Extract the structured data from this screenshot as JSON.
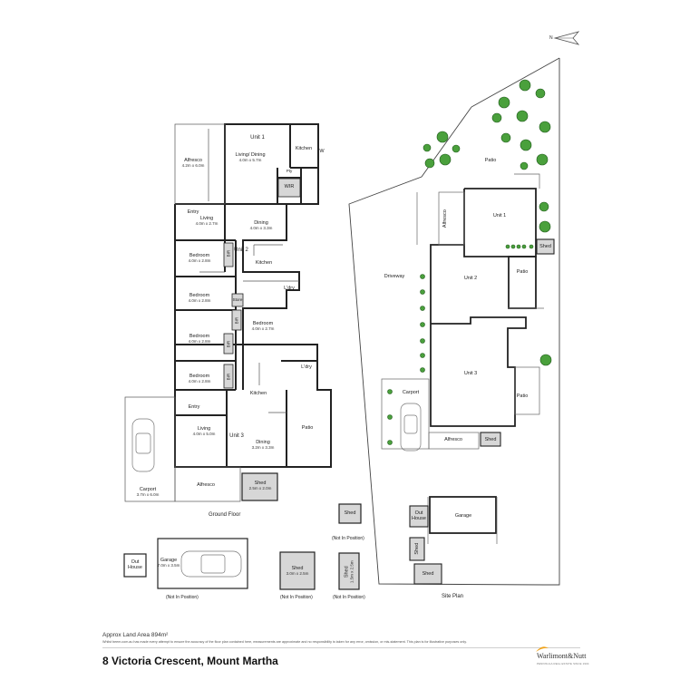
{
  "compass": {
    "label": "N"
  },
  "ground_floor": {
    "title": "Ground Floor",
    "rooms": {
      "alfresco1": {
        "name": "Alfresco",
        "dim": "4.2m x 6.0m"
      },
      "living_dining": {
        "name": "Living/ Dining",
        "dim": "4.0m x 5.7m"
      },
      "unit1": "Unit 1",
      "kitchen1": "Kitchen",
      "w": "W",
      "wir": "WIR",
      "pty": "Pty",
      "entry1": "Entry",
      "living2": {
        "name": "Living",
        "dim": "4.0m x 2.7m"
      },
      "dining2": {
        "name": "Dining",
        "dim": "4.0m x 3.3m"
      },
      "unit2": "Unit 2",
      "kitchen2": "Kitchen",
      "bedroom_a": {
        "name": "Bedroom",
        "dim": "4.0m x 2.8m"
      },
      "bedroom_b": {
        "name": "Bedroom",
        "dim": "4.0m x 2.8m"
      },
      "bedroom_c": {
        "name": "Bedroom",
        "dim": "4.0m x 2.7m"
      },
      "bedroom_d": {
        "name": "Bedroom",
        "dim": "4.0m x 2.8m"
      },
      "bedroom_e": {
        "name": "Bedroom",
        "dim": "4.0m x 2.8m"
      },
      "bir1": "BIR",
      "bir2": "BIR",
      "bir3": "BIR",
      "bir4": "BIR",
      "store": "Store",
      "ldry1": "L'dry",
      "ldry2": "L'dry",
      "kitchen3": "Kitchen",
      "entry3": "Entry",
      "living3": {
        "name": "Living",
        "dim": "4.0m x 5.0m"
      },
      "unit3": "Unit 3",
      "dining3": {
        "name": "Dining",
        "dim": "3.2m x 3.3m"
      },
      "patio3": "Patio",
      "carport": {
        "name": "Carport",
        "dim": "3.7m x 6.0m"
      },
      "alfresco3": "Alfresco",
      "shed1": {
        "name": "Shed",
        "dim": "2.5m x 2.0m"
      }
    }
  },
  "outbuildings": {
    "shed_small": {
      "name": "Shed",
      "note": "(Not In Position)"
    },
    "outhouse": "Out House",
    "garage": {
      "name": "Garage",
      "dim": "7.0m x 3.5m"
    },
    "garage_note": "(Not In Position)",
    "shed_mid": {
      "name": "Shed",
      "dim": "3.0m x 2.5m",
      "note": "(Not In Position)"
    },
    "shed_tall": {
      "name": "Shed",
      "dim": "1.5m x 2.5m",
      "note": "(Not In Position)"
    }
  },
  "site_plan": {
    "title": "Site Plan",
    "labels": {
      "patio_top": "Patio",
      "unit1": "Unit 1",
      "alfresco": "Alfresco",
      "shed_u1": "Shed",
      "driveway": "Driveway",
      "unit2": "Unit 2",
      "patio_u2": "Patio",
      "unit3": "Unit 3",
      "patio_u3": "Patio",
      "carport": "Carport",
      "alfresco_u3": "Alfresco",
      "shed_u3": "Shed",
      "outhouse": "Out House",
      "garage": "Garage",
      "shed_a": "Shed",
      "shed_b": "Shed"
    }
  },
  "footer": {
    "land_area": "Approx Land Area 894m²",
    "disclaimer": "Whilst beem.com.au has made every attempt to ensure the accuracy of the floor plan contained here, measurements are approximate and no responsibility is taken for any error, omission, or mis-statement. This plan is for illustrative purposes only.",
    "address": "8 Victoria Crescent, Mount Martha",
    "brand_name": "Warlimont&Nutt",
    "brand_tagline": "PENINSULA REAL ESTATE SINCE 1904",
    "brand_color": "#f0a31b"
  }
}
